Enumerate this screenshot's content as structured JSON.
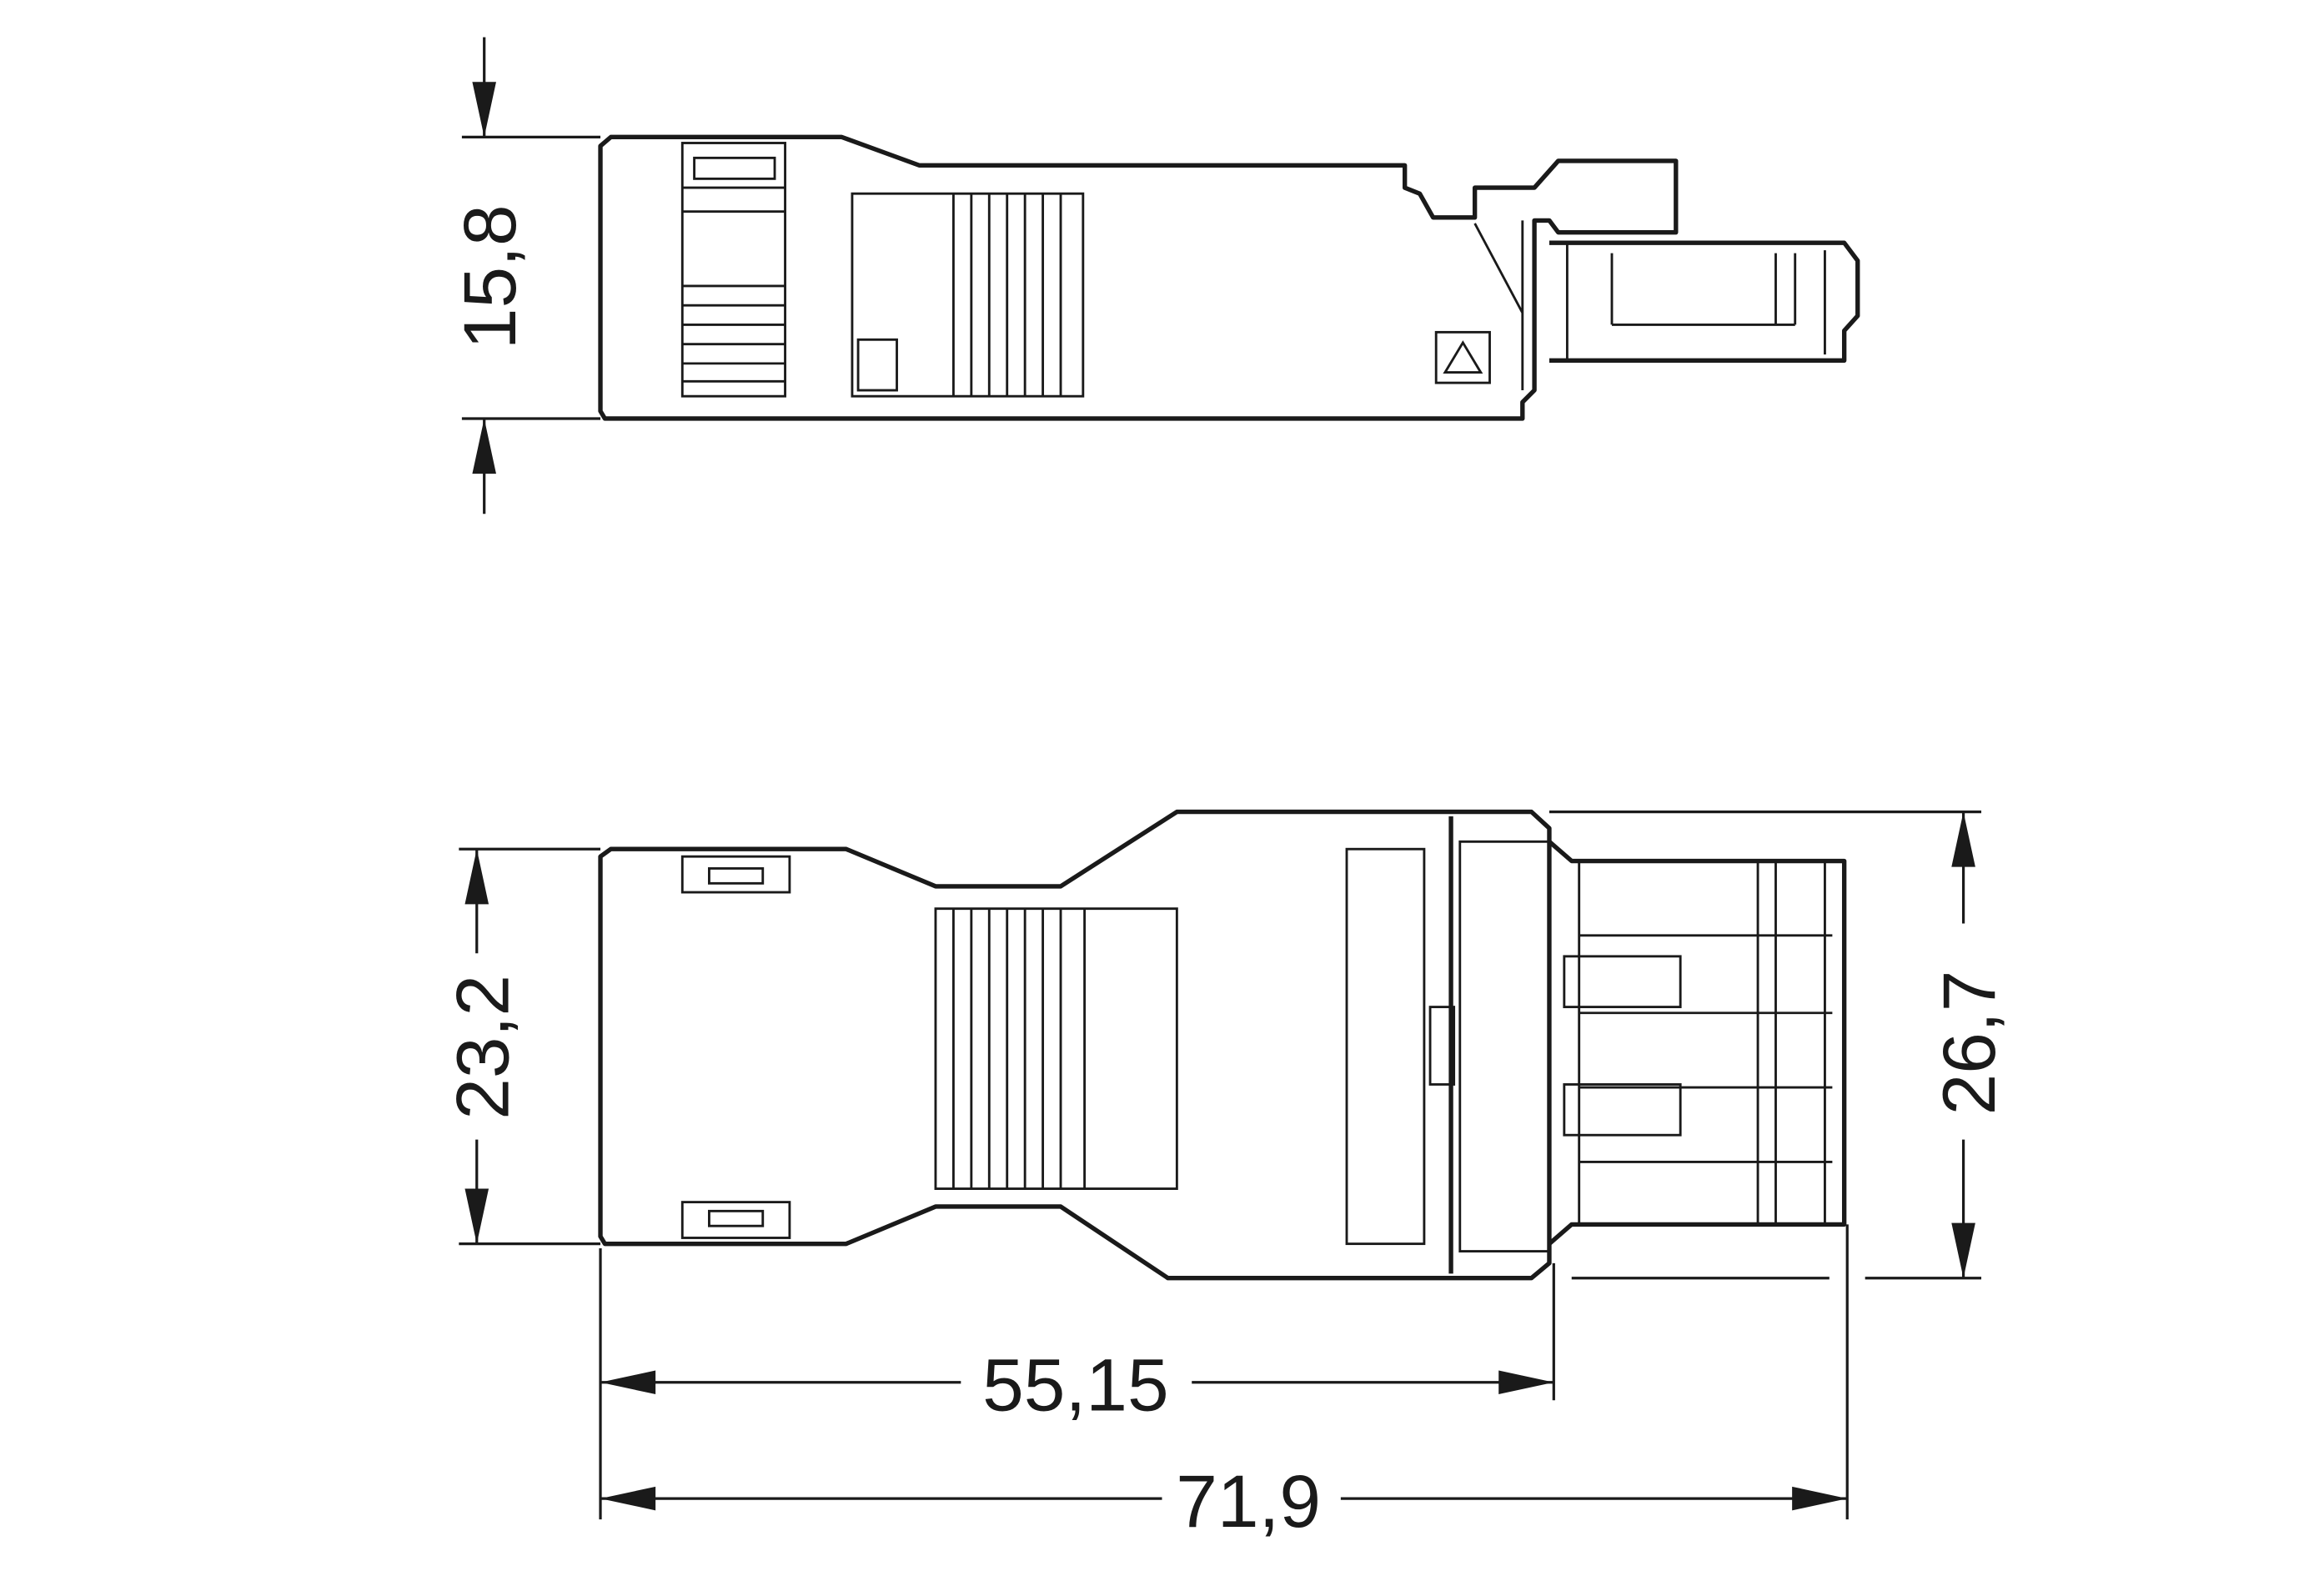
{
  "drawing": {
    "title": "Connector dimensional drawing",
    "dimensions": {
      "top_height": "15,8",
      "front_height_body": "23,2",
      "front_height_total": "26,7",
      "length_body": "55,15",
      "length_total": "71,9"
    },
    "line_color": "#1a1a1a"
  }
}
